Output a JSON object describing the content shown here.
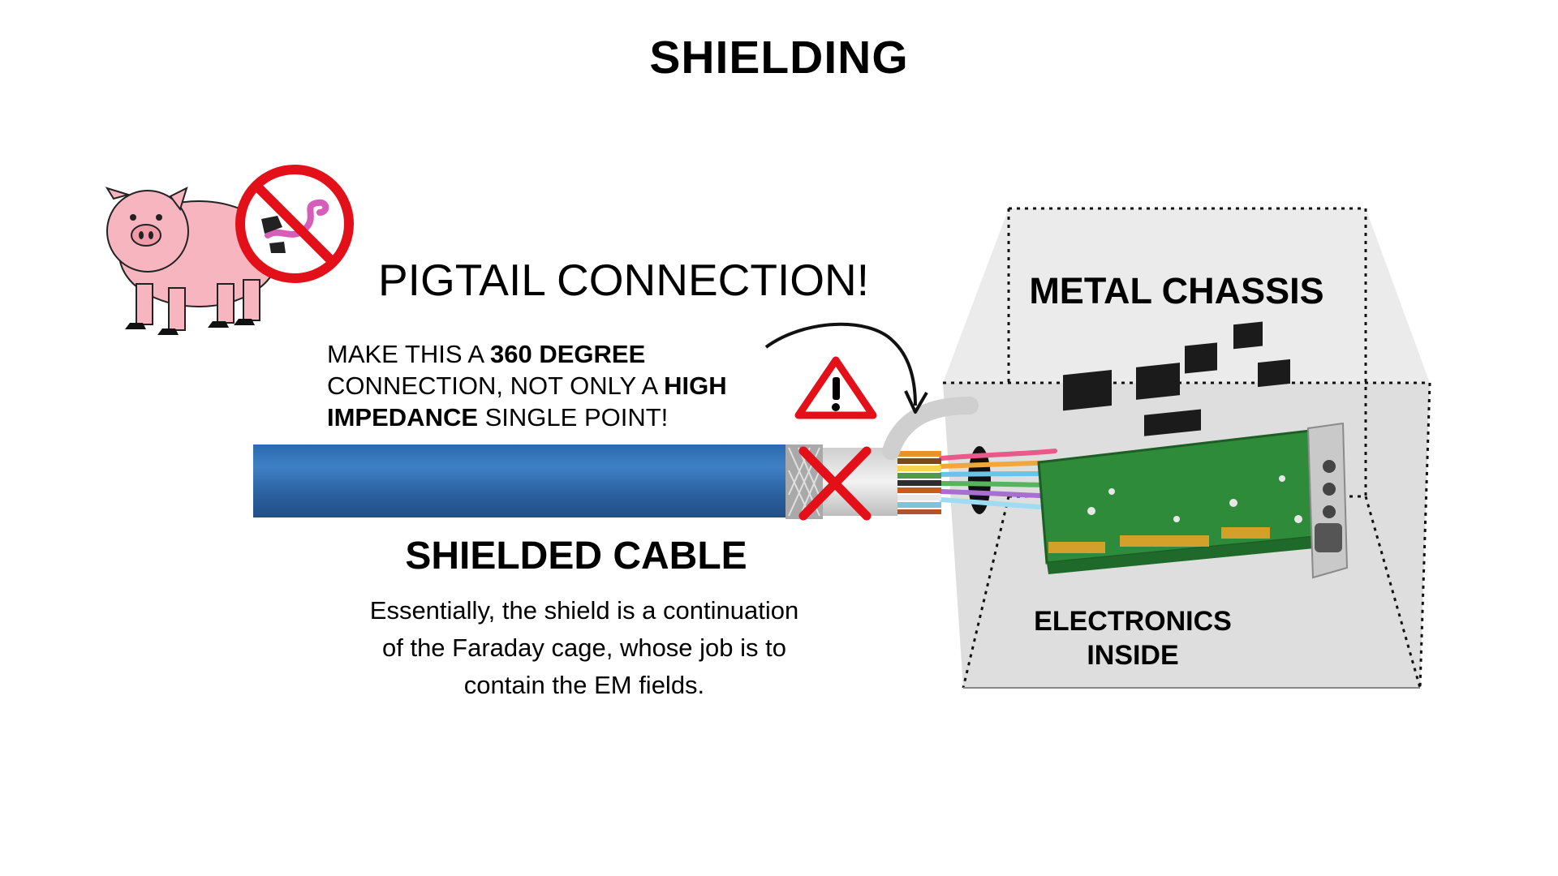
{
  "title": "SHIELDING",
  "pigtail": {
    "heading": "PIGTAIL CONNECTION!",
    "note_part1": "MAKE THIS A ",
    "note_bold1": "360 DEGREE",
    "note_part2": " CONNECTION, NOT ONLY A ",
    "note_bold2": "HIGH IMPEDANCE",
    "note_part3": " SINGLE POINT!"
  },
  "cable": {
    "heading": "SHIELDED CABLE",
    "description": "Essentially, the shield is a continuation of the Faraday cage, whose job is to contain the EM fields."
  },
  "chassis": {
    "label": "METAL CHASSIS",
    "inside_label_line1": "ELECTRONICS",
    "inside_label_line2": "INSIDE"
  },
  "icons": {
    "pig": "pig-icon",
    "prohibited": "no-sign-icon",
    "warning": "warning-triangle-icon",
    "cross": "red-x-icon"
  },
  "colors": {
    "cable_blue": "#2f6db0",
    "warning_red": "#e3101a",
    "pcb_green": "#2e8b3a",
    "chassis_gray": "#e2e2e2"
  }
}
